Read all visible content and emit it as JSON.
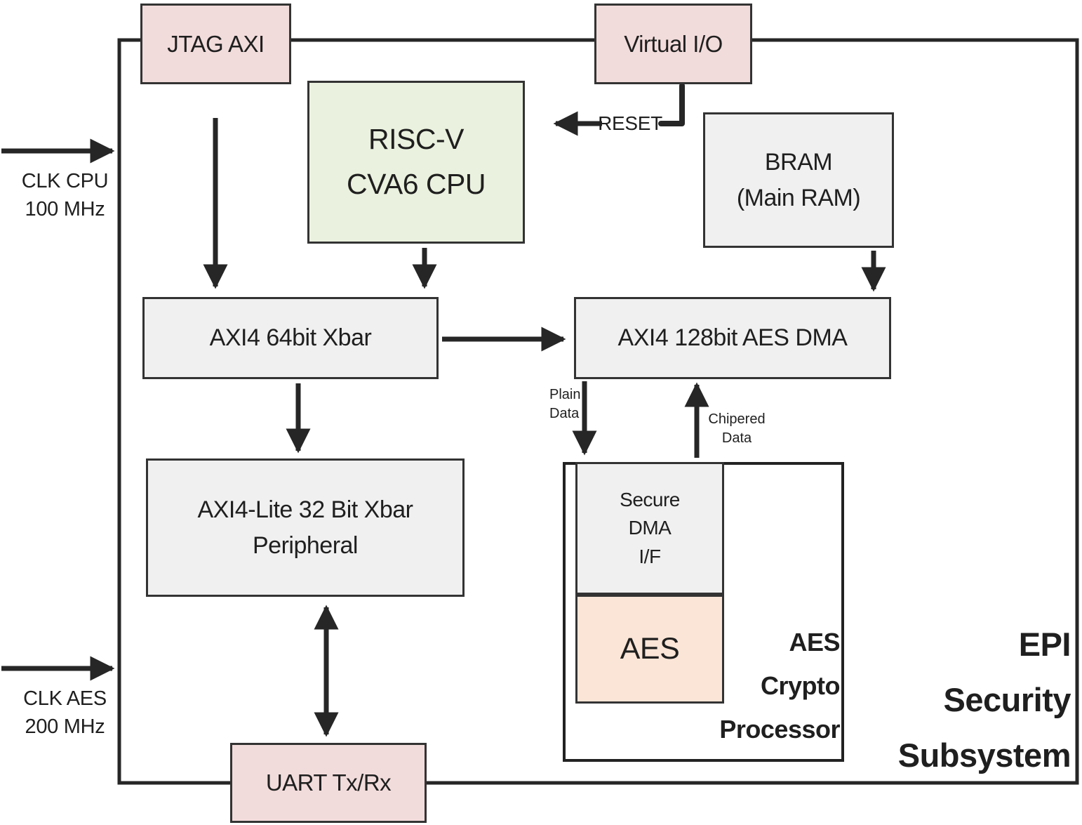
{
  "diagram_title": "EPI Security Subsystem",
  "boxes": {
    "jtag": {
      "label": "JTAG AXI"
    },
    "virtual_io": {
      "label": "Virtual I/O"
    },
    "riscv": {
      "line1": "RISC-V",
      "line2": "CVA6 CPU"
    },
    "bram": {
      "line1": "BRAM",
      "line2": "(Main RAM)"
    },
    "xbar64": {
      "label": "AXI4 64bit Xbar"
    },
    "aes_dma": {
      "label": "AXI4 128bit AES DMA"
    },
    "xbar32": {
      "line1": "AXI4-Lite 32 Bit Xbar",
      "line2": "Peripheral"
    },
    "uart": {
      "label": "UART Tx/Rx"
    },
    "secure_dma": {
      "line1": "Secure",
      "line2": "DMA",
      "line3": "I/F"
    },
    "aes_core": {
      "label": "AES"
    },
    "crypto_processor": {
      "line1": "AES",
      "line2": "Crypto",
      "line3": "Processor"
    }
  },
  "labels": {
    "clk_cpu": {
      "line1": "CLK CPU",
      "line2": "100 MHz"
    },
    "clk_aes": {
      "line1": "CLK AES",
      "line2": "200 MHz"
    },
    "reset": "RESET",
    "plain_data": {
      "line1": "Plain",
      "line2": "Data"
    },
    "chipered_data": {
      "line1": "Chipered",
      "line2": "Data"
    },
    "subsystem_title": {
      "line1": "EPI",
      "line2": "Security",
      "line3": "Subsystem"
    }
  },
  "colors": {
    "io_block_pink": "#f2dcdb",
    "cpu_block_green": "#eaf1de",
    "bus_block_gray": "#f0f0f0",
    "aes_block_peach": "#fbe5d6",
    "line_black": "#262626",
    "background": "#ffffff"
  }
}
